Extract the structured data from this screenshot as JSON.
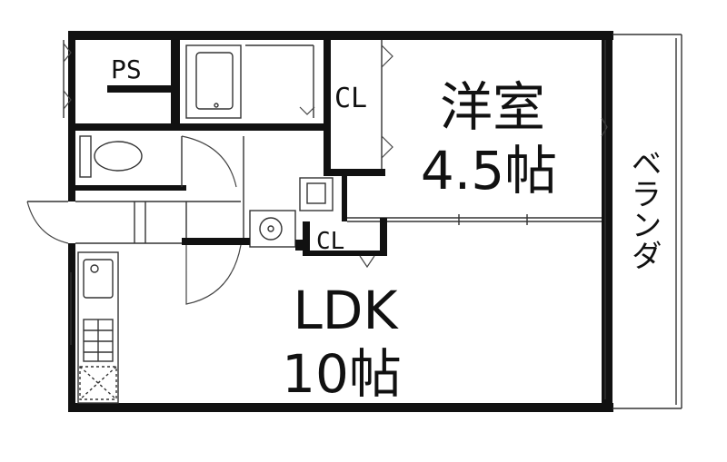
{
  "rooms": {
    "western_room": {
      "name": "洋室",
      "size": "4.5帖"
    },
    "ldk": {
      "name": "LDK",
      "size": "10帖"
    },
    "closet_upper": {
      "name": "CL"
    },
    "closet_lower": {
      "name": "CL"
    },
    "pipe_space": {
      "name": "PS"
    },
    "veranda": {
      "name": "ベランダ"
    }
  },
  "colors": {
    "wall": "#111111",
    "line": "#333333",
    "background": "#ffffff"
  }
}
